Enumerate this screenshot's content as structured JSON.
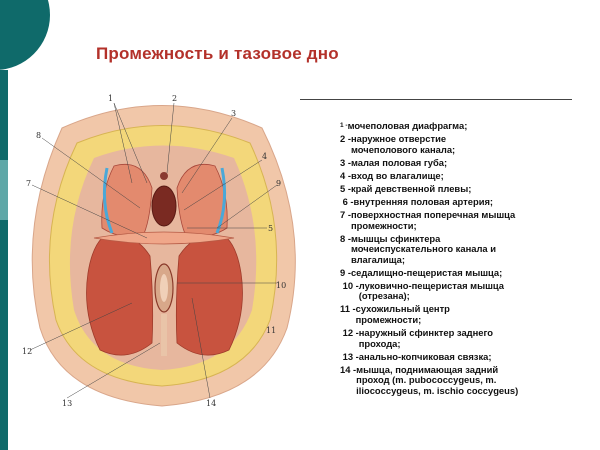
{
  "slide": {
    "title": "Промежность и тазовое дно"
  },
  "legend": {
    "items": [
      {
        "num": "1 -",
        "text": " мочеполовая диафрагма;"
      },
      {
        "num": "2 -",
        "text": " наружное отверстие\n мочеполового канала;"
      },
      {
        "num": "3 -",
        "text": " малая половая губа;"
      },
      {
        "num": "4 -",
        "text": " вход во влагалище;"
      },
      {
        "num": "5 -",
        "text": " край девственной плевы;"
      },
      {
        "num": " 6 -",
        "text": " внутренняя половая артерия;"
      },
      {
        "num": "7 -",
        "text": " поверхностная поперечная мышца\n промежности;"
      },
      {
        "num": "8 -",
        "text": " мышцы сфинктера\n мочеиспускательного канала и\n влагалища;"
      },
      {
        "num": "9 -",
        "text": " седалищно-пещеристая мышца;"
      },
      {
        "num": " 10 -",
        "text": " луковично-пещеристая мышца\n (отрезана);"
      },
      {
        "num": "11 -",
        "text": " сухожильный центр\n промежности;"
      },
      {
        "num": " 12 -",
        "text": " наружный сфинктер заднего\n прохода;"
      },
      {
        "num": " 13 -",
        "text": " анально-копчиковая связка;"
      },
      {
        "num": "14 -",
        "text": " мышца, поднимающая задний\n проход (m. pubococcygeus, m.\n iliococcygeus, m. ischio coccygeus)"
      }
    ]
  },
  "diagram": {
    "callouts": [
      "1",
      "2",
      "3",
      "4",
      "5",
      "7",
      "8",
      "9",
      "10",
      "11",
      "12",
      "13",
      "14"
    ],
    "colors": {
      "skin": "#f1c7a9",
      "fat": "#f3d77a",
      "muscle": "#c8533f",
      "muscle_light": "#e38a6e",
      "vessel": "#4aa8d8"
    }
  }
}
